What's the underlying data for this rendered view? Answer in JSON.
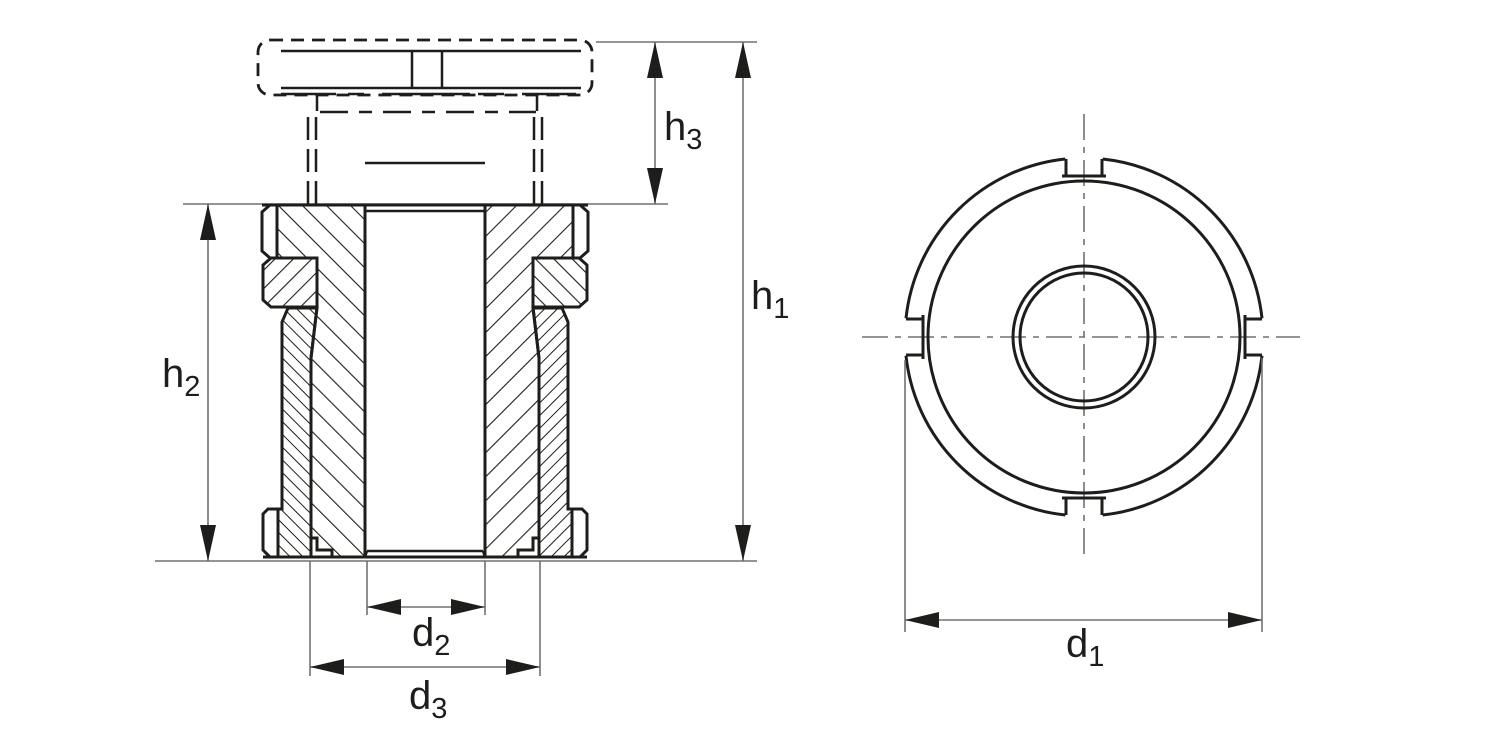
{
  "dimensions": {
    "h1": {
      "base": "h",
      "sub": "1"
    },
    "h2": {
      "base": "h",
      "sub": "2"
    },
    "h3": {
      "base": "h",
      "sub": "3"
    },
    "d1": {
      "base": "d",
      "sub": "1"
    },
    "d2": {
      "base": "d",
      "sub": "2"
    },
    "d3": {
      "base": "d",
      "sub": "3"
    }
  },
  "colors": {
    "line": "#1d1d1b",
    "thin_line": "#717171",
    "background": "#ffffff"
  }
}
